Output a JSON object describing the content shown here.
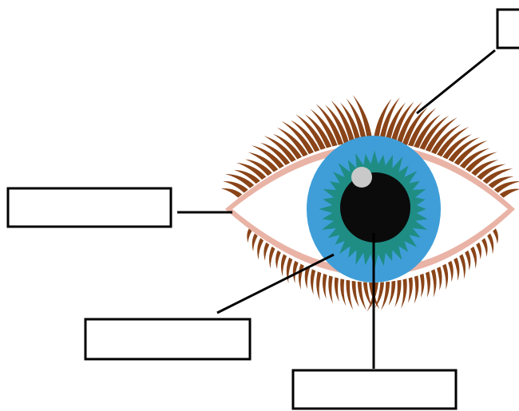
{
  "colors": {
    "background": "#ffffff",
    "lash": "#8a4418",
    "lid_rim": "#e9b3a6",
    "sclera": "#ffffff",
    "iris_outer": "#3f9ed8",
    "iris_inner": "#1f8d84",
    "pupil": "#0b0b0b",
    "highlight": "#c9c9c9",
    "leader_line": "#000000",
    "label_border": "#000000"
  },
  "diagram": {
    "parts": [
      "eyelashes",
      "sclera",
      "iris",
      "pupil"
    ],
    "labels": {
      "eyelashes": "",
      "sclera": "",
      "iris": "",
      "pupil": ""
    }
  }
}
